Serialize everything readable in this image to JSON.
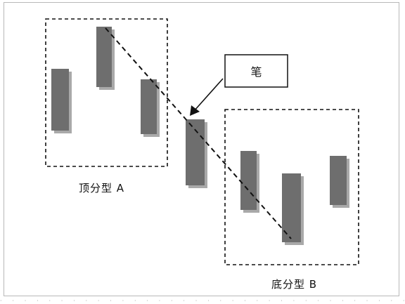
{
  "diagram": {
    "callout_label": "笔",
    "group_a_label": "顶分型 A",
    "group_b_label": "底分型 B",
    "candle_color": "#6e6e6e",
    "shadow_color": "#a9a9a9",
    "line_color": "#111111",
    "candles": [
      {
        "id": "a1",
        "group": "A"
      },
      {
        "id": "a2",
        "group": "A"
      },
      {
        "id": "a3",
        "group": "A"
      },
      {
        "id": "mid",
        "group": "none"
      },
      {
        "id": "b1",
        "group": "B"
      },
      {
        "id": "b2",
        "group": "B"
      },
      {
        "id": "b3",
        "group": "B"
      }
    ]
  }
}
